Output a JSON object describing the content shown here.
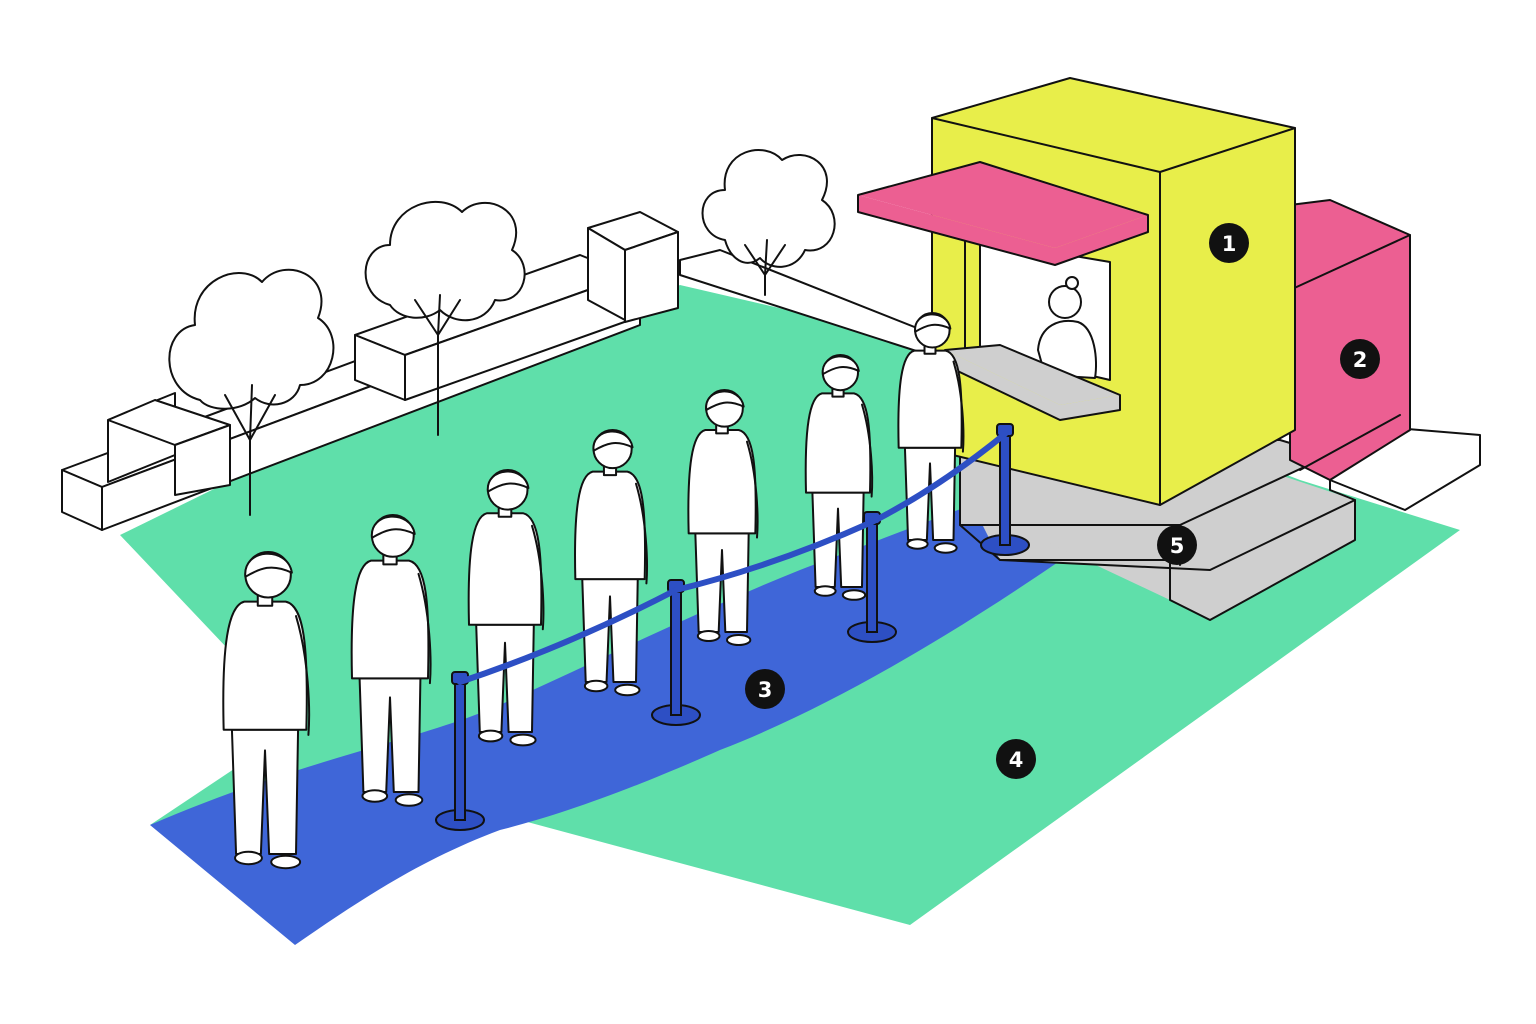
{
  "colors": {
    "booth": "#e8ee4a",
    "side_annex": "#ec5f92",
    "awning": "#ec5f92",
    "queue_path": "#3f66d8",
    "lawn": "#5fdfaa",
    "steps": "#cfcfcf",
    "stanchion": "#2d4fc4",
    "marker": "#111111",
    "outline": "#111111"
  },
  "markers": [
    {
      "label": "1",
      "target": "ticket-booth"
    },
    {
      "label": "2",
      "target": "side-annex"
    },
    {
      "label": "3",
      "target": "queue-path"
    },
    {
      "label": "4",
      "target": "lawn"
    },
    {
      "label": "5",
      "target": "booth-steps"
    }
  ]
}
